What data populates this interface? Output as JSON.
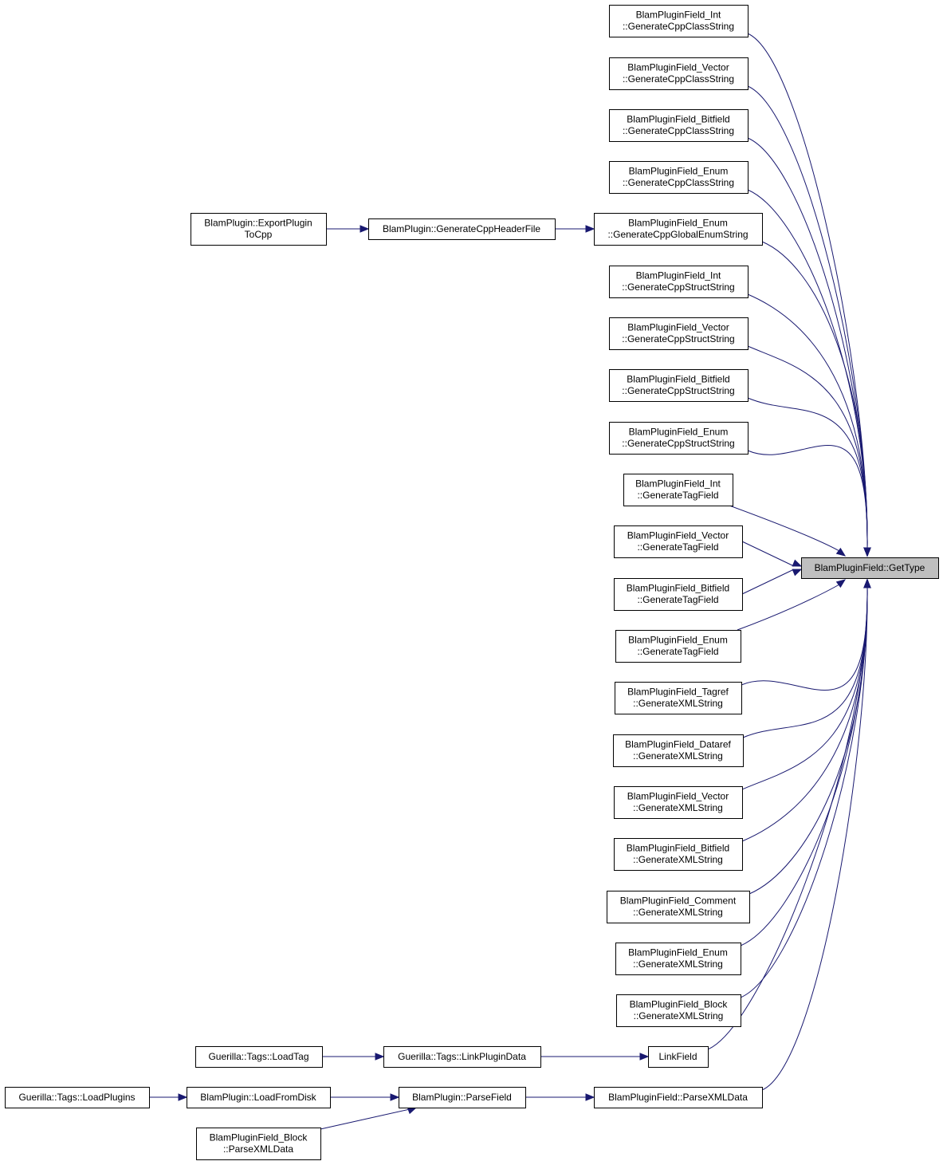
{
  "colors": {
    "edge": "#191970",
    "node_border": "#000000",
    "root_fill": "#bfbfbf",
    "node_fill": "#ffffff"
  },
  "nodes": [
    {
      "id": "gettype",
      "lines": [
        "BlamPluginField::GetType"
      ],
      "root": true
    },
    {
      "id": "int_cls",
      "lines": [
        "BlamPluginField_Int",
        "::GenerateCppClassString"
      ]
    },
    {
      "id": "vec_cls",
      "lines": [
        "BlamPluginField_Vector",
        "::GenerateCppClassString"
      ]
    },
    {
      "id": "bit_cls",
      "lines": [
        "BlamPluginField_Bitfield",
        "::GenerateCppClassString"
      ]
    },
    {
      "id": "enum_cls",
      "lines": [
        "BlamPluginField_Enum",
        "::GenerateCppClassString"
      ]
    },
    {
      "id": "enum_glob",
      "lines": [
        "BlamPluginField_Enum",
        "::GenerateCppGlobalEnumString"
      ]
    },
    {
      "id": "int_str",
      "lines": [
        "BlamPluginField_Int",
        "::GenerateCppStructString"
      ]
    },
    {
      "id": "vec_str",
      "lines": [
        "BlamPluginField_Vector",
        "::GenerateCppStructString"
      ]
    },
    {
      "id": "bit_str",
      "lines": [
        "BlamPluginField_Bitfield",
        "::GenerateCppStructString"
      ]
    },
    {
      "id": "enum_str",
      "lines": [
        "BlamPluginField_Enum",
        "::GenerateCppStructString"
      ]
    },
    {
      "id": "int_tag",
      "lines": [
        "BlamPluginField_Int",
        "::GenerateTagField"
      ]
    },
    {
      "id": "vec_tag",
      "lines": [
        "BlamPluginField_Vector",
        "::GenerateTagField"
      ]
    },
    {
      "id": "bit_tag",
      "lines": [
        "BlamPluginField_Bitfield",
        "::GenerateTagField"
      ]
    },
    {
      "id": "enum_tag",
      "lines": [
        "BlamPluginField_Enum",
        "::GenerateTagField"
      ]
    },
    {
      "id": "tagref_xml",
      "lines": [
        "BlamPluginField_Tagref",
        "::GenerateXMLString"
      ]
    },
    {
      "id": "dataref_xml",
      "lines": [
        "BlamPluginField_Dataref",
        "::GenerateXMLString"
      ]
    },
    {
      "id": "vec_xml",
      "lines": [
        "BlamPluginField_Vector",
        "::GenerateXMLString"
      ]
    },
    {
      "id": "bit_xml",
      "lines": [
        "BlamPluginField_Bitfield",
        "::GenerateXMLString"
      ]
    },
    {
      "id": "comment_xml",
      "lines": [
        "BlamPluginField_Comment",
        "::GenerateXMLString"
      ]
    },
    {
      "id": "enum_xml",
      "lines": [
        "BlamPluginField_Enum",
        "::GenerateXMLString"
      ]
    },
    {
      "id": "block_xml",
      "lines": [
        "BlamPluginField_Block",
        "::GenerateXMLString"
      ]
    },
    {
      "id": "linkfield",
      "lines": [
        "LinkField"
      ]
    },
    {
      "id": "parsexml",
      "lines": [
        "BlamPluginField::ParseXMLData"
      ]
    },
    {
      "id": "header",
      "lines": [
        "BlamPlugin::GenerateCppHeaderFile"
      ]
    },
    {
      "id": "export",
      "lines": [
        "BlamPlugin::ExportPlugin",
        "ToCpp"
      ]
    },
    {
      "id": "linkplugin",
      "lines": [
        "Guerilla::Tags::LinkPluginData"
      ]
    },
    {
      "id": "loadtag",
      "lines": [
        "Guerilla::Tags::LoadTag"
      ]
    },
    {
      "id": "parsefield",
      "lines": [
        "BlamPlugin::ParseField"
      ]
    },
    {
      "id": "loaddisk",
      "lines": [
        "BlamPlugin::LoadFromDisk"
      ]
    },
    {
      "id": "loadplugins",
      "lines": [
        "Guerilla::Tags::LoadPlugins"
      ]
    },
    {
      "id": "block_parse",
      "lines": [
        "BlamPluginField_Block",
        "::ParseXMLData"
      ]
    }
  ],
  "edges": [
    [
      "int_cls",
      "gettype"
    ],
    [
      "vec_cls",
      "gettype"
    ],
    [
      "bit_cls",
      "gettype"
    ],
    [
      "enum_cls",
      "gettype"
    ],
    [
      "enum_glob",
      "gettype"
    ],
    [
      "int_str",
      "gettype"
    ],
    [
      "vec_str",
      "gettype"
    ],
    [
      "bit_str",
      "gettype"
    ],
    [
      "enum_str",
      "gettype"
    ],
    [
      "int_tag",
      "gettype"
    ],
    [
      "vec_tag",
      "gettype"
    ],
    [
      "bit_tag",
      "gettype"
    ],
    [
      "enum_tag",
      "gettype"
    ],
    [
      "tagref_xml",
      "gettype"
    ],
    [
      "dataref_xml",
      "gettype"
    ],
    [
      "vec_xml",
      "gettype"
    ],
    [
      "bit_xml",
      "gettype"
    ],
    [
      "comment_xml",
      "gettype"
    ],
    [
      "enum_xml",
      "gettype"
    ],
    [
      "block_xml",
      "gettype"
    ],
    [
      "linkfield",
      "gettype"
    ],
    [
      "parsexml",
      "gettype"
    ],
    [
      "header",
      "enum_glob"
    ],
    [
      "export",
      "header"
    ],
    [
      "linkplugin",
      "linkfield"
    ],
    [
      "loadtag",
      "linkplugin"
    ],
    [
      "parsefield",
      "parsexml"
    ],
    [
      "loaddisk",
      "parsefield"
    ],
    [
      "loadplugins",
      "loaddisk"
    ],
    [
      "block_parse",
      "parsefield"
    ]
  ]
}
